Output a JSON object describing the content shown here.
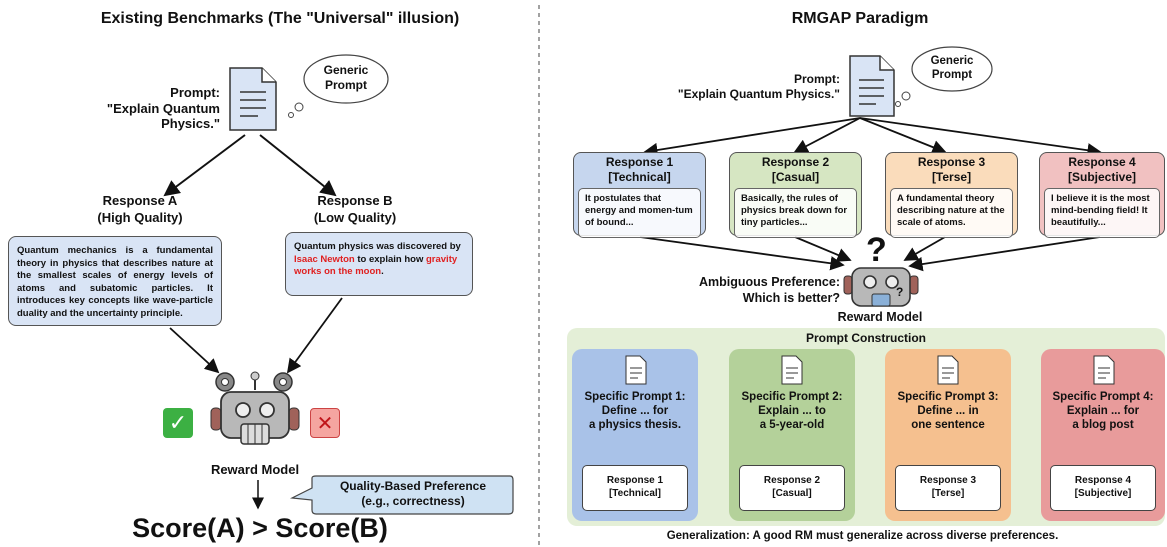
{
  "left": {
    "title": "Existing Benchmarks (The \"Universal\" illusion)",
    "prompt_label": "Prompt:",
    "prompt_text": "\"Explain Quantum Physics.\"",
    "thought": [
      "Generic",
      "Prompt"
    ],
    "response_a": {
      "title": "Response A",
      "quality": "(High Quality)",
      "text": "Quantum mechanics is a fundamental theory in physics that describes nature at the smallest scales of energy levels of atoms and subatomic particles. It introduces key concepts like wave-particle duality and the uncertainty principle."
    },
    "response_b": {
      "title": "Response B",
      "quality": "(Low Quality)",
      "text_1": "Quantum physics was discovered by ",
      "text_2": "Isaac Newton",
      "text_3": " to explain how ",
      "text_4": "gravity works on the moon",
      "text_5": "."
    },
    "reward_model": "Reward Model",
    "check": "✓",
    "cross": "✕",
    "arrow_down": "↓",
    "callout": [
      "Quality-Based Preference",
      "(e.g., correctness)"
    ],
    "score": "Score(A) > Score(B)"
  },
  "right": {
    "title": "RMGAP Paradigm",
    "prompt_label": "Prompt:",
    "prompt_text": "\"Explain Quantum Physics.\"",
    "thought": [
      "Generic",
      "Prompt"
    ],
    "responses": [
      {
        "title": "Response 1",
        "tag": "[Technical]",
        "text": "It postulates that energy and momen-tum of bound..."
      },
      {
        "title": "Response 2",
        "tag": "[Casual]",
        "text": "Basically, the rules of physics break down for tiny particles..."
      },
      {
        "title": "Response 3",
        "tag": "[Terse]",
        "text": "A fundamental theory describing nature at the scale of atoms."
      },
      {
        "title": "Response 4",
        "tag": "[Subjective]",
        "text": "I believe it is the most mind-bending field! It beautifully..."
      }
    ],
    "ambiguous": [
      "Ambiguous Preference:",
      "Which is better?"
    ],
    "question": "?",
    "robot_question": "?",
    "reward_model": "Reward Model",
    "prompt_construction": {
      "title": "Prompt Construction",
      "panels": [
        {
          "lines": [
            "Specific Prompt 1:",
            "Define ... for",
            "a physics thesis."
          ],
          "resp": [
            "Response 1",
            "[Technical]"
          ],
          "color": "#a9c2e8"
        },
        {
          "lines": [
            "Specific Prompt 2:",
            "Explain ... to",
            "a 5-year-old"
          ],
          "resp": [
            "Response 2",
            "[Casual]"
          ],
          "color": "#b4d19a"
        },
        {
          "lines": [
            "Specific Prompt 3:",
            "Define ... in",
            "one sentence"
          ],
          "resp": [
            "Response 3",
            "[Terse]"
          ],
          "color": "#f5c08f"
        },
        {
          "lines": [
            "Specific Prompt 4:",
            "Explain ... for",
            "a blog post"
          ],
          "resp": [
            "Response 4",
            "[Subjective]"
          ],
          "color": "#e89b9b"
        }
      ]
    },
    "generalization": "Generalization: A good RM must generalize across diverse preferences."
  },
  "colors": {
    "resp1": "#c6d6ee",
    "resp2": "#d6e6c2",
    "resp3": "#fadcbb",
    "resp4": "#f1c1c1",
    "panel_bg": "#e4efd7",
    "callout": "#cfe2f3",
    "text_box": "#d9e4f5",
    "red": "#e02020"
  }
}
